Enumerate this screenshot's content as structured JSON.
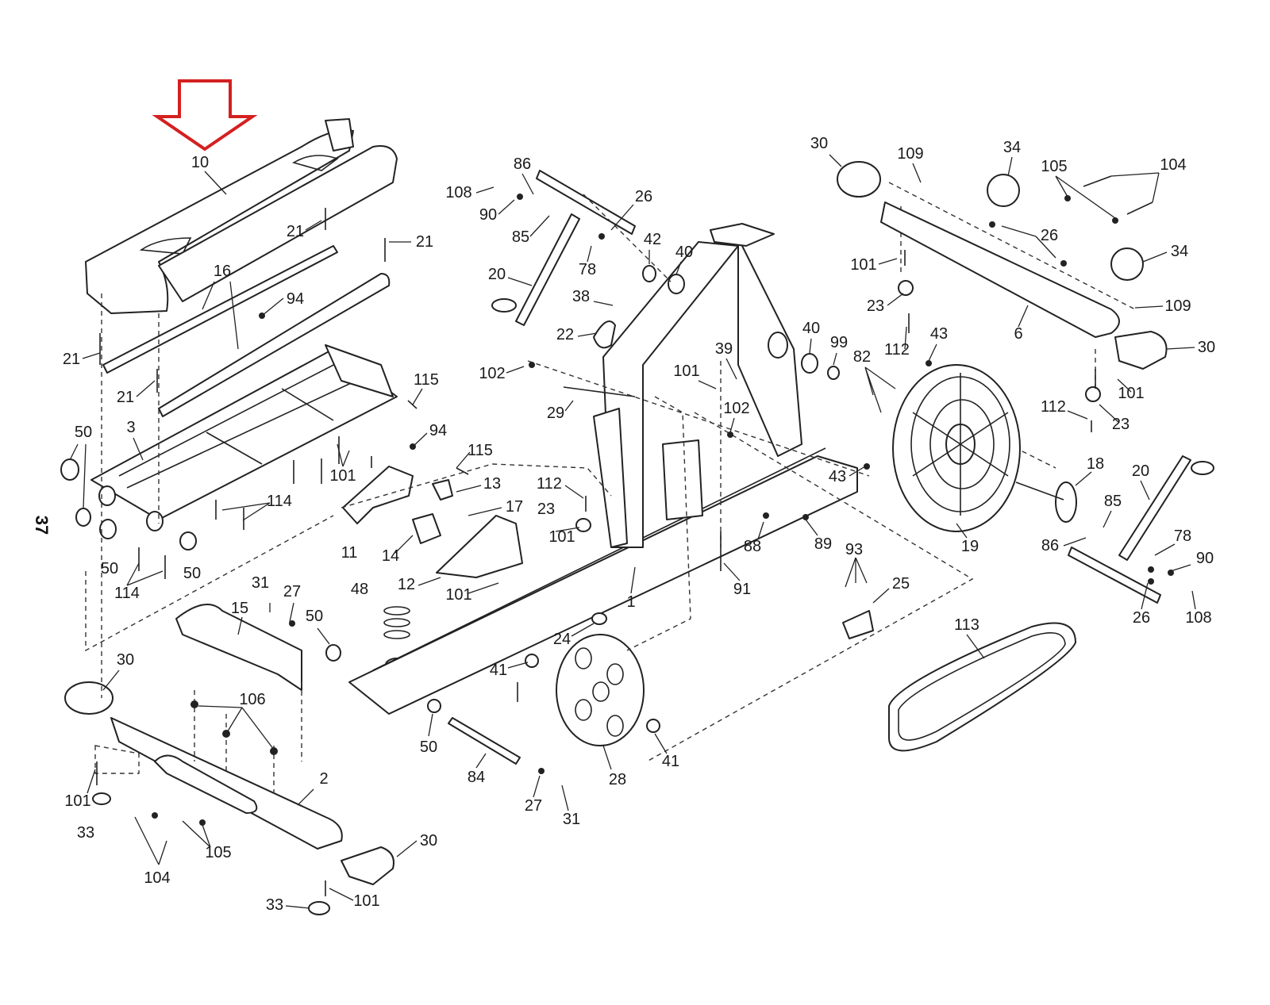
{
  "page": {
    "number": "37"
  },
  "colors": {
    "line": "#222222",
    "highlight_arrow": "#d42020",
    "background": "#ffffff"
  },
  "highlight": {
    "icon": "down-arrow-icon",
    "target_part": "10"
  },
  "parts": [
    {
      "id": "p10a",
      "label": "10"
    },
    {
      "id": "p21a",
      "label": "21"
    },
    {
      "id": "p21b",
      "label": "21"
    },
    {
      "id": "p16",
      "label": "16"
    },
    {
      "id": "p94a",
      "label": "94"
    },
    {
      "id": "p21c",
      "label": "21"
    },
    {
      "id": "p21d",
      "label": "21"
    },
    {
      "id": "p115a",
      "label": "115"
    },
    {
      "id": "p50a",
      "label": "50"
    },
    {
      "id": "p3",
      "label": "3"
    },
    {
      "id": "p94b",
      "label": "94"
    },
    {
      "id": "p115b",
      "label": "115"
    },
    {
      "id": "p101a",
      "label": "101"
    },
    {
      "id": "p13",
      "label": "13"
    },
    {
      "id": "p114a",
      "label": "114"
    },
    {
      "id": "p17",
      "label": "17"
    },
    {
      "id": "p11",
      "label": "11"
    },
    {
      "id": "p14",
      "label": "14"
    },
    {
      "id": "p50b",
      "label": "50"
    },
    {
      "id": "p50c",
      "label": "50"
    },
    {
      "id": "p114b",
      "label": "114"
    },
    {
      "id": "p12",
      "label": "12"
    },
    {
      "id": "p101b",
      "label": "101"
    },
    {
      "id": "p48",
      "label": "48"
    },
    {
      "id": "p31a",
      "label": "31"
    },
    {
      "id": "p27a",
      "label": "27"
    },
    {
      "id": "p15",
      "label": "15"
    },
    {
      "id": "p50d",
      "label": "50"
    },
    {
      "id": "p30a",
      "label": "30"
    },
    {
      "id": "p106",
      "label": "106"
    },
    {
      "id": "p101c",
      "label": "101"
    },
    {
      "id": "p33a",
      "label": "33"
    },
    {
      "id": "p2",
      "label": "2"
    },
    {
      "id": "p105a",
      "label": "105"
    },
    {
      "id": "p104a",
      "label": "104"
    },
    {
      "id": "p30b",
      "label": "30"
    },
    {
      "id": "p33b",
      "label": "33"
    },
    {
      "id": "p101d",
      "label": "101"
    },
    {
      "id": "p50e",
      "label": "50"
    },
    {
      "id": "p84",
      "label": "84"
    },
    {
      "id": "p27b",
      "label": "27"
    },
    {
      "id": "p31b",
      "label": "31"
    },
    {
      "id": "p28",
      "label": "28"
    },
    {
      "id": "p41a",
      "label": "41"
    },
    {
      "id": "p41b",
      "label": "41"
    },
    {
      "id": "p24",
      "label": "24"
    },
    {
      "id": "p1",
      "label": "1"
    },
    {
      "id": "p112a",
      "label": "112"
    },
    {
      "id": "p23a",
      "label": "23"
    },
    {
      "id": "p101e",
      "label": "101"
    },
    {
      "id": "p108a",
      "label": "108"
    },
    {
      "id": "p86a",
      "label": "86"
    },
    {
      "id": "p90a",
      "label": "90"
    },
    {
      "id": "p26a",
      "label": "26"
    },
    {
      "id": "p85a",
      "label": "85"
    },
    {
      "id": "p42",
      "label": "42"
    },
    {
      "id": "p40a",
      "label": "40"
    },
    {
      "id": "p78a",
      "label": "78"
    },
    {
      "id": "p20a",
      "label": "20"
    },
    {
      "id": "p38",
      "label": "38"
    },
    {
      "id": "p22",
      "label": "22"
    },
    {
      "id": "p102a",
      "label": "102"
    },
    {
      "id": "p29",
      "label": "29"
    },
    {
      "id": "p39",
      "label": "39"
    },
    {
      "id": "p101f",
      "label": "101"
    },
    {
      "id": "p40b",
      "label": "40"
    },
    {
      "id": "p99",
      "label": "99"
    },
    {
      "id": "p102b",
      "label": "102"
    },
    {
      "id": "p88",
      "label": "88"
    },
    {
      "id": "p91",
      "label": "91"
    },
    {
      "id": "p89",
      "label": "89"
    },
    {
      "id": "p43a",
      "label": "43"
    },
    {
      "id": "p82",
      "label": "82"
    },
    {
      "id": "p43b",
      "label": "43"
    },
    {
      "id": "p30c",
      "label": "30"
    },
    {
      "id": "p109a",
      "label": "109"
    },
    {
      "id": "p34a",
      "label": "34"
    },
    {
      "id": "p105b",
      "label": "105"
    },
    {
      "id": "p104b",
      "label": "104"
    },
    {
      "id": "p26b",
      "label": "26"
    },
    {
      "id": "p101g",
      "label": "101"
    },
    {
      "id": "p34b",
      "label": "34"
    },
    {
      "id": "p23b",
      "label": "23"
    },
    {
      "id": "p109b",
      "label": "109"
    },
    {
      "id": "p112b",
      "label": "112"
    },
    {
      "id": "p6",
      "label": "6"
    },
    {
      "id": "p30d",
      "label": "30"
    },
    {
      "id": "p101h",
      "label": "101"
    },
    {
      "id": "p112c",
      "label": "112"
    },
    {
      "id": "p23c",
      "label": "23"
    },
    {
      "id": "p19",
      "label": "19"
    },
    {
      "id": "p18",
      "label": "18"
    },
    {
      "id": "p20b",
      "label": "20"
    },
    {
      "id": "p85b",
      "label": "85"
    },
    {
      "id": "p86b",
      "label": "86"
    },
    {
      "id": "p78b",
      "label": "78"
    },
    {
      "id": "p90b",
      "label": "90"
    },
    {
      "id": "p26c",
      "label": "26"
    },
    {
      "id": "p108b",
      "label": "108"
    },
    {
      "id": "p93",
      "label": "93"
    },
    {
      "id": "p25",
      "label": "25"
    },
    {
      "id": "p113",
      "label": "113"
    }
  ]
}
